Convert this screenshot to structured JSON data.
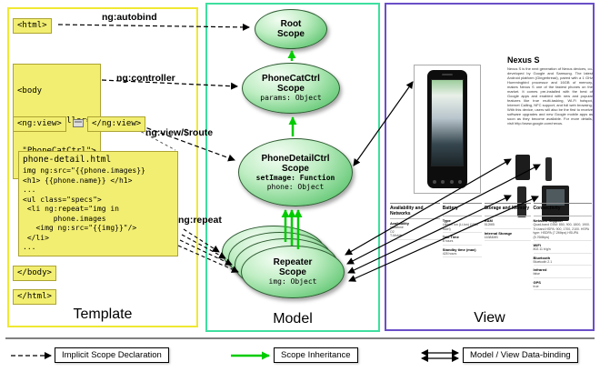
{
  "columns": {
    "template_label": "Template",
    "model_label": "Model",
    "view_label": "View"
  },
  "template": {
    "html_open": "<html>",
    "html_close": "</html>",
    "body_close": "</body>",
    "body_open_lines": [
      "<body",
      " ng:controller=",
      " \"PhoneCatCtrl\">"
    ],
    "ngview_open": "<ng:view>",
    "ngview_close": "</ng:view>",
    "labels": {
      "autobind": "ng:autobind",
      "controller": "ng:controller",
      "view_route": "ng:view/$route",
      "repeat": "ng:repeat"
    },
    "code": {
      "title": "phone-detail.html",
      "lines": [
        "img ng:src=\"{{phone.images}}",
        "<h1> {{phone.name}} </h1>",
        "...",
        "<ul class=\"specs\">",
        " <li ng:repeat=\"img in",
        "       phone.images",
        "   <img ng:src=\"{{img}}\"/>",
        " </li>",
        "..."
      ]
    }
  },
  "model": {
    "scopes": {
      "root": {
        "title": "Root Scope"
      },
      "phonecat": {
        "title": "PhoneCatCtrl Scope",
        "prop1": "params: Object"
      },
      "phonedetail": {
        "title": "PhoneDetailCtrl Scope",
        "prop1": "setImage: Function",
        "prop2": "phone: Object"
      },
      "repeater": {
        "title": "Repeater Scope",
        "prop1": "img: Object"
      }
    }
  },
  "view": {
    "phone_title": "Nexus S",
    "description": "Nexus S is the next generation of Nexus devices, co-developed by Google and Samsung. The latest Android platform (Gingerbread), paired with a 1 GHz Hummingbird processor and 16GB of memory, makes Nexus S one of the fastest phones on the market. It comes pre-installed with the best of Google apps and enabled with new and popular features like true multi-tasking, Wi-Fi hotspot, Internet Calling, NFC support, and full web browsing. With this device, users will also be the first to receive software upgrades and new Google mobile apps as soon as they become available. For more details, visit http://www.google.com/nexus.",
    "specs": [
      {
        "header": "Availability and Networks",
        "rows": [
          {
            "label": "Availability",
            "value": "Vodafone\nO2\nT-Mobile"
          }
        ]
      },
      {
        "header": "Battery",
        "rows": [
          {
            "label": "Type",
            "value": "Lithium Ion (Li-Ion) (1500 mAH)"
          },
          {
            "label": "Talk Time",
            "value": "8 hours"
          },
          {
            "label": "Standby time (max)",
            "value": "428 hours"
          }
        ]
      },
      {
        "header": "Storage and Memory",
        "rows": [
          {
            "label": "RAM",
            "value": "512MB"
          },
          {
            "label": "Internal Storage",
            "value": "16384MB"
          }
        ]
      },
      {
        "header": "Connectivity",
        "rows": [
          {
            "label": "Network Support",
            "value": "Quad-band GSM: 850, 900, 1800, 1900. Tri-band HSPA: 900, 1700, 2100. HSPA type: HSDPA (7.2Mbps) HSUPA (5.76Mbps)"
          },
          {
            "label": "WiFi",
            "value": "802.11 b/g/n"
          },
          {
            "label": "Bluetooth",
            "value": "Bluetooth 2.1"
          },
          {
            "label": "Infrared",
            "value": "false"
          },
          {
            "label": "GPS",
            "value": "true"
          }
        ]
      }
    ]
  },
  "legend": {
    "implicit": "Implicit Scope Declaration",
    "inheritance": "Scope Inheritance",
    "databinding": "Model / View Data-binding"
  },
  "colors": {
    "template_border": "#f0e832",
    "model_border": "#3fdf9f",
    "view_border": "#6a4fc8",
    "chip_bg": "#f2ee71",
    "scope_green": "#5fc671",
    "inheritance_arrow": "#00cc00"
  }
}
